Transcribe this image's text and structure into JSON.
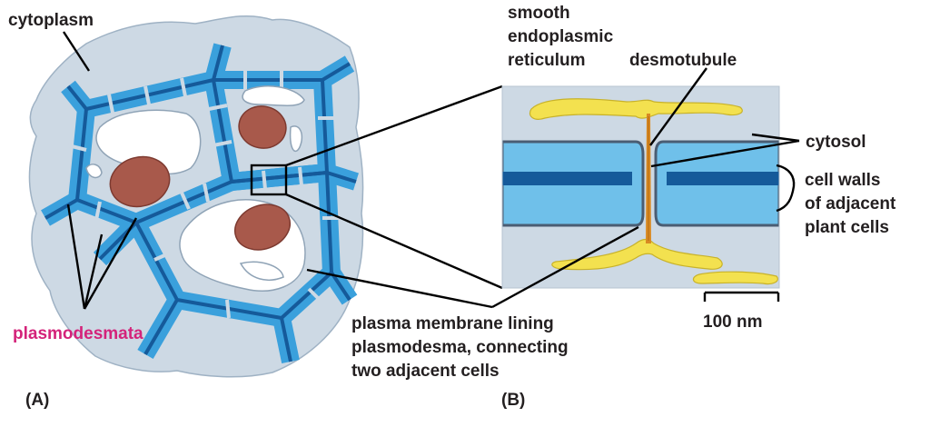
{
  "panel_a": {
    "tag": "(A)",
    "labels": {
      "cytoplasm": "cytoplasm",
      "plasmodesmata": "plasmodesmata"
    }
  },
  "panel_b": {
    "tag": "(B)",
    "labels": {
      "smooth_er_line1": "smooth",
      "smooth_er_line2": "endoplasmic",
      "smooth_er_line3": "reticulum",
      "desmotubule": "desmotubule",
      "cytosol": "cytosol",
      "cell_walls_line1": "cell walls",
      "cell_walls_line2": "of adjacent",
      "cell_walls_line3": "plant cells",
      "membrane_line1": "plasma membrane lining",
      "membrane_line2": "plasmodesma, connecting",
      "membrane_line3": "two adjacent cells",
      "scale_bar": "100 nm"
    }
  },
  "colors": {
    "plasmodesmata_label": "#d4237a",
    "cell_wall_blue": "#3aa0dc",
    "cell_wall_dark": "#155a9a",
    "cytoplasm_grey": "#cdd9e4",
    "nucleus": "#a8594b",
    "er_yellow": "#f3e14f",
    "desmotubule_orange": "#d98a22"
  }
}
